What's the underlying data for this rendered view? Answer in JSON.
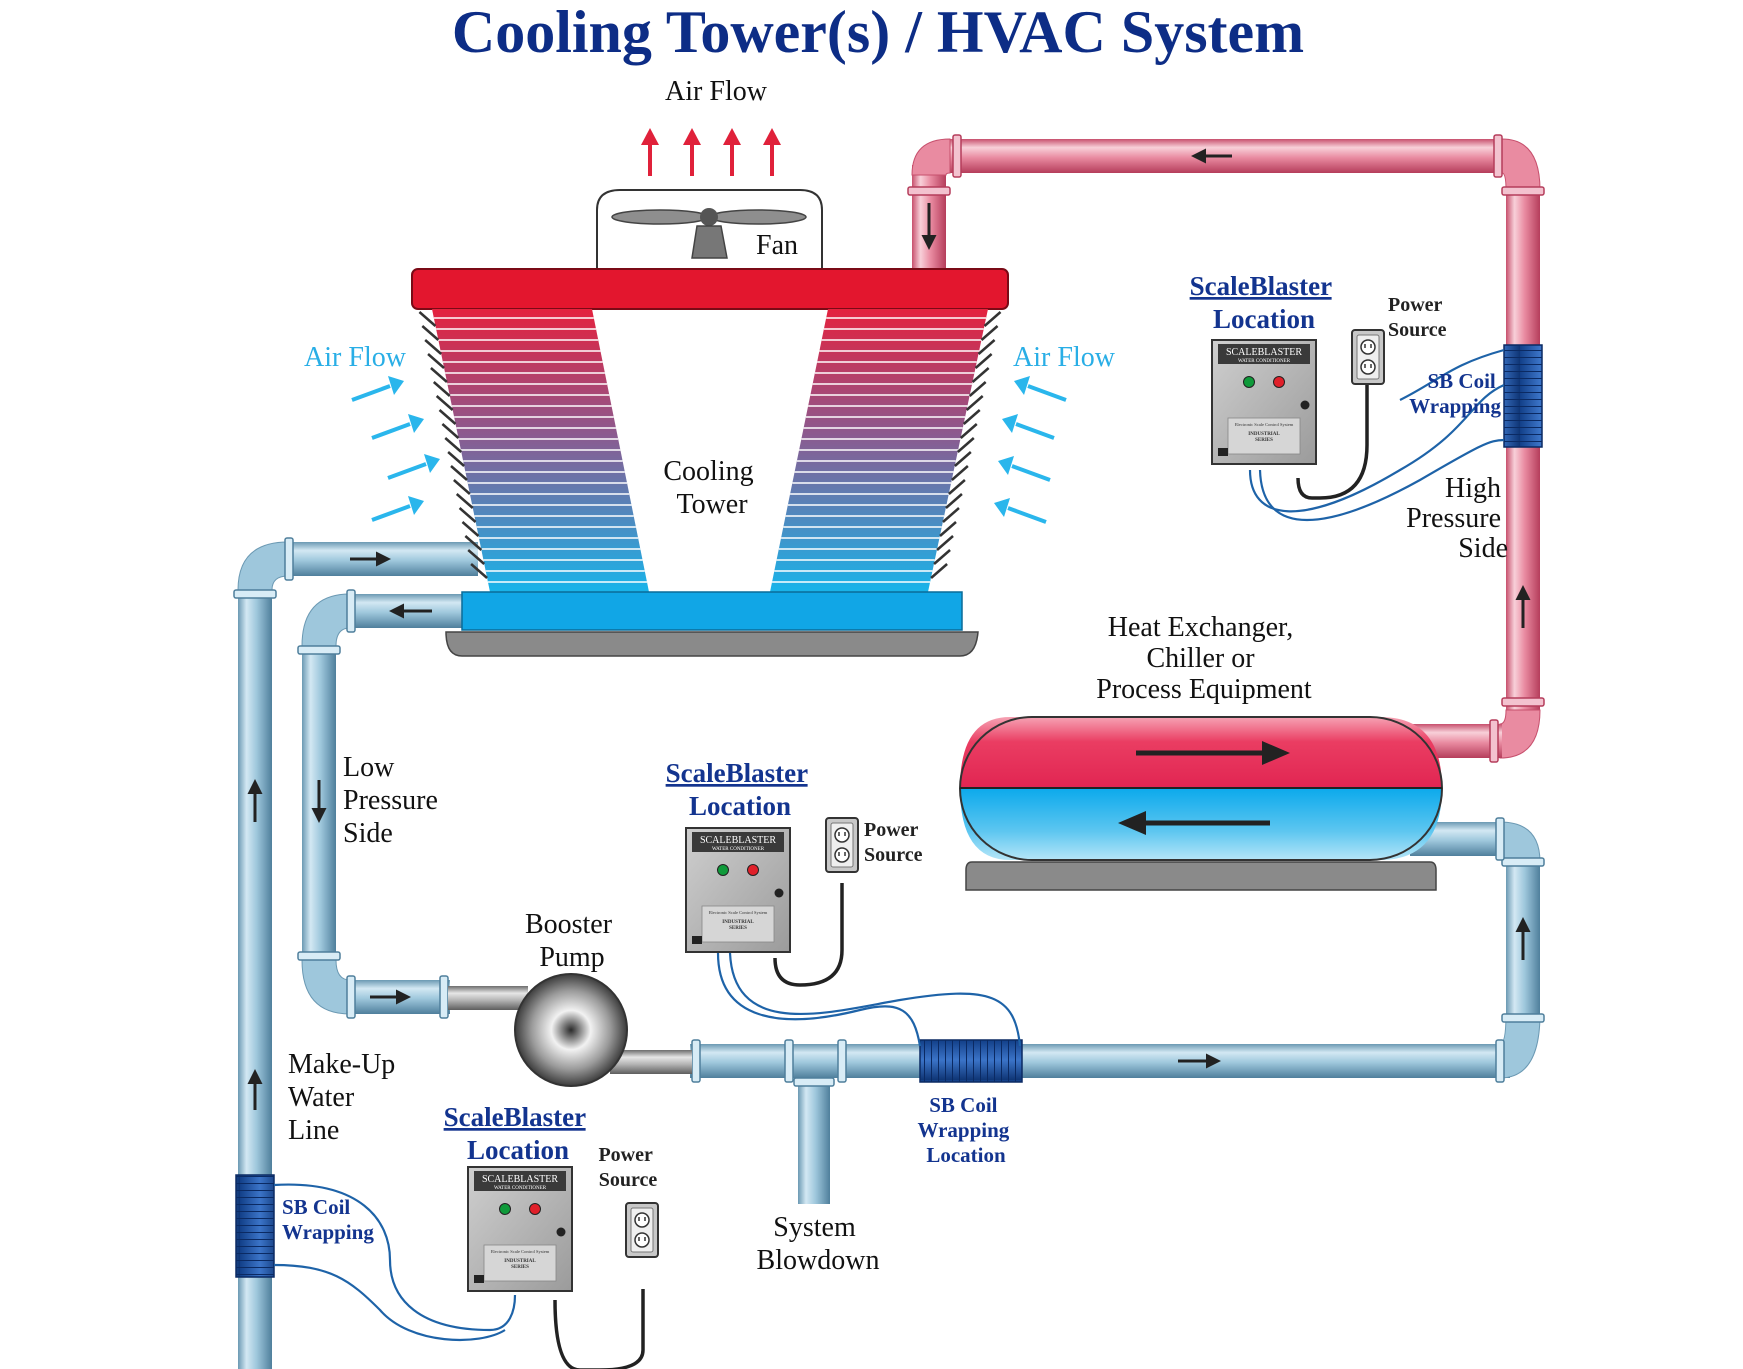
{
  "title": "Cooling Tower(s) / HVAC System",
  "labels": {
    "air_flow_top": "Air Flow",
    "air_flow_left": "Air Flow",
    "air_flow_right": "Air Flow",
    "fan": "Fan",
    "cooling_tower": [
      "Cooling",
      "Tower"
    ],
    "heat_exchanger": [
      "Heat Exchanger,",
      "Chiller or",
      "Process Equipment"
    ],
    "high_pressure_side": [
      "High",
      "Pressure",
      "Side"
    ],
    "low_pressure_side": [
      "Low",
      "Pressure",
      "Side"
    ],
    "booster_pump": [
      "Booster",
      "Pump"
    ],
    "make_up_water_line": [
      "Make-Up",
      "Water",
      "Line"
    ],
    "system_blowdown": [
      "System",
      "Blowdown"
    ]
  },
  "scaleblaster_units": [
    {
      "id": "top-right",
      "location_label": [
        "ScaleBlaster",
        "Location"
      ],
      "power_label": [
        "Power",
        "Source"
      ],
      "coil_label": [
        "SB Coil",
        "Wrapping"
      ]
    },
    {
      "id": "center",
      "location_label": [
        "ScaleBlaster",
        "Location"
      ],
      "power_label": [
        "Power",
        "Source"
      ],
      "coil_label": [
        "SB Coil",
        "Wrapping",
        "Location"
      ]
    },
    {
      "id": "bottom-left",
      "location_label": [
        "ScaleBlaster",
        "Location"
      ],
      "power_label": [
        "Power",
        "Source"
      ],
      "coil_label": [
        "SB Coil",
        "Wrapping"
      ]
    }
  ],
  "device": {
    "brand": "SCALEBLASTER",
    "subtitle": "WATER CONDITIONER",
    "line1": "Electronic Scale Control System",
    "line2": "INDUSTRIAL",
    "line3": "SERIES"
  },
  "colors": {
    "title": "#0d2d86",
    "label_navy": "#13348f",
    "air_flow_cyan": "#29aee6",
    "hot_pipe": "#e97a95",
    "cold_pipe": "#9dc6dc",
    "tower_top": "#e3162e",
    "basin": "#11a6e6",
    "air_arrow_red": "#e0213a",
    "air_arrow_cyan": "#2ab6ec",
    "coil": "#1d4fa6",
    "wire": "#1e63a8"
  }
}
